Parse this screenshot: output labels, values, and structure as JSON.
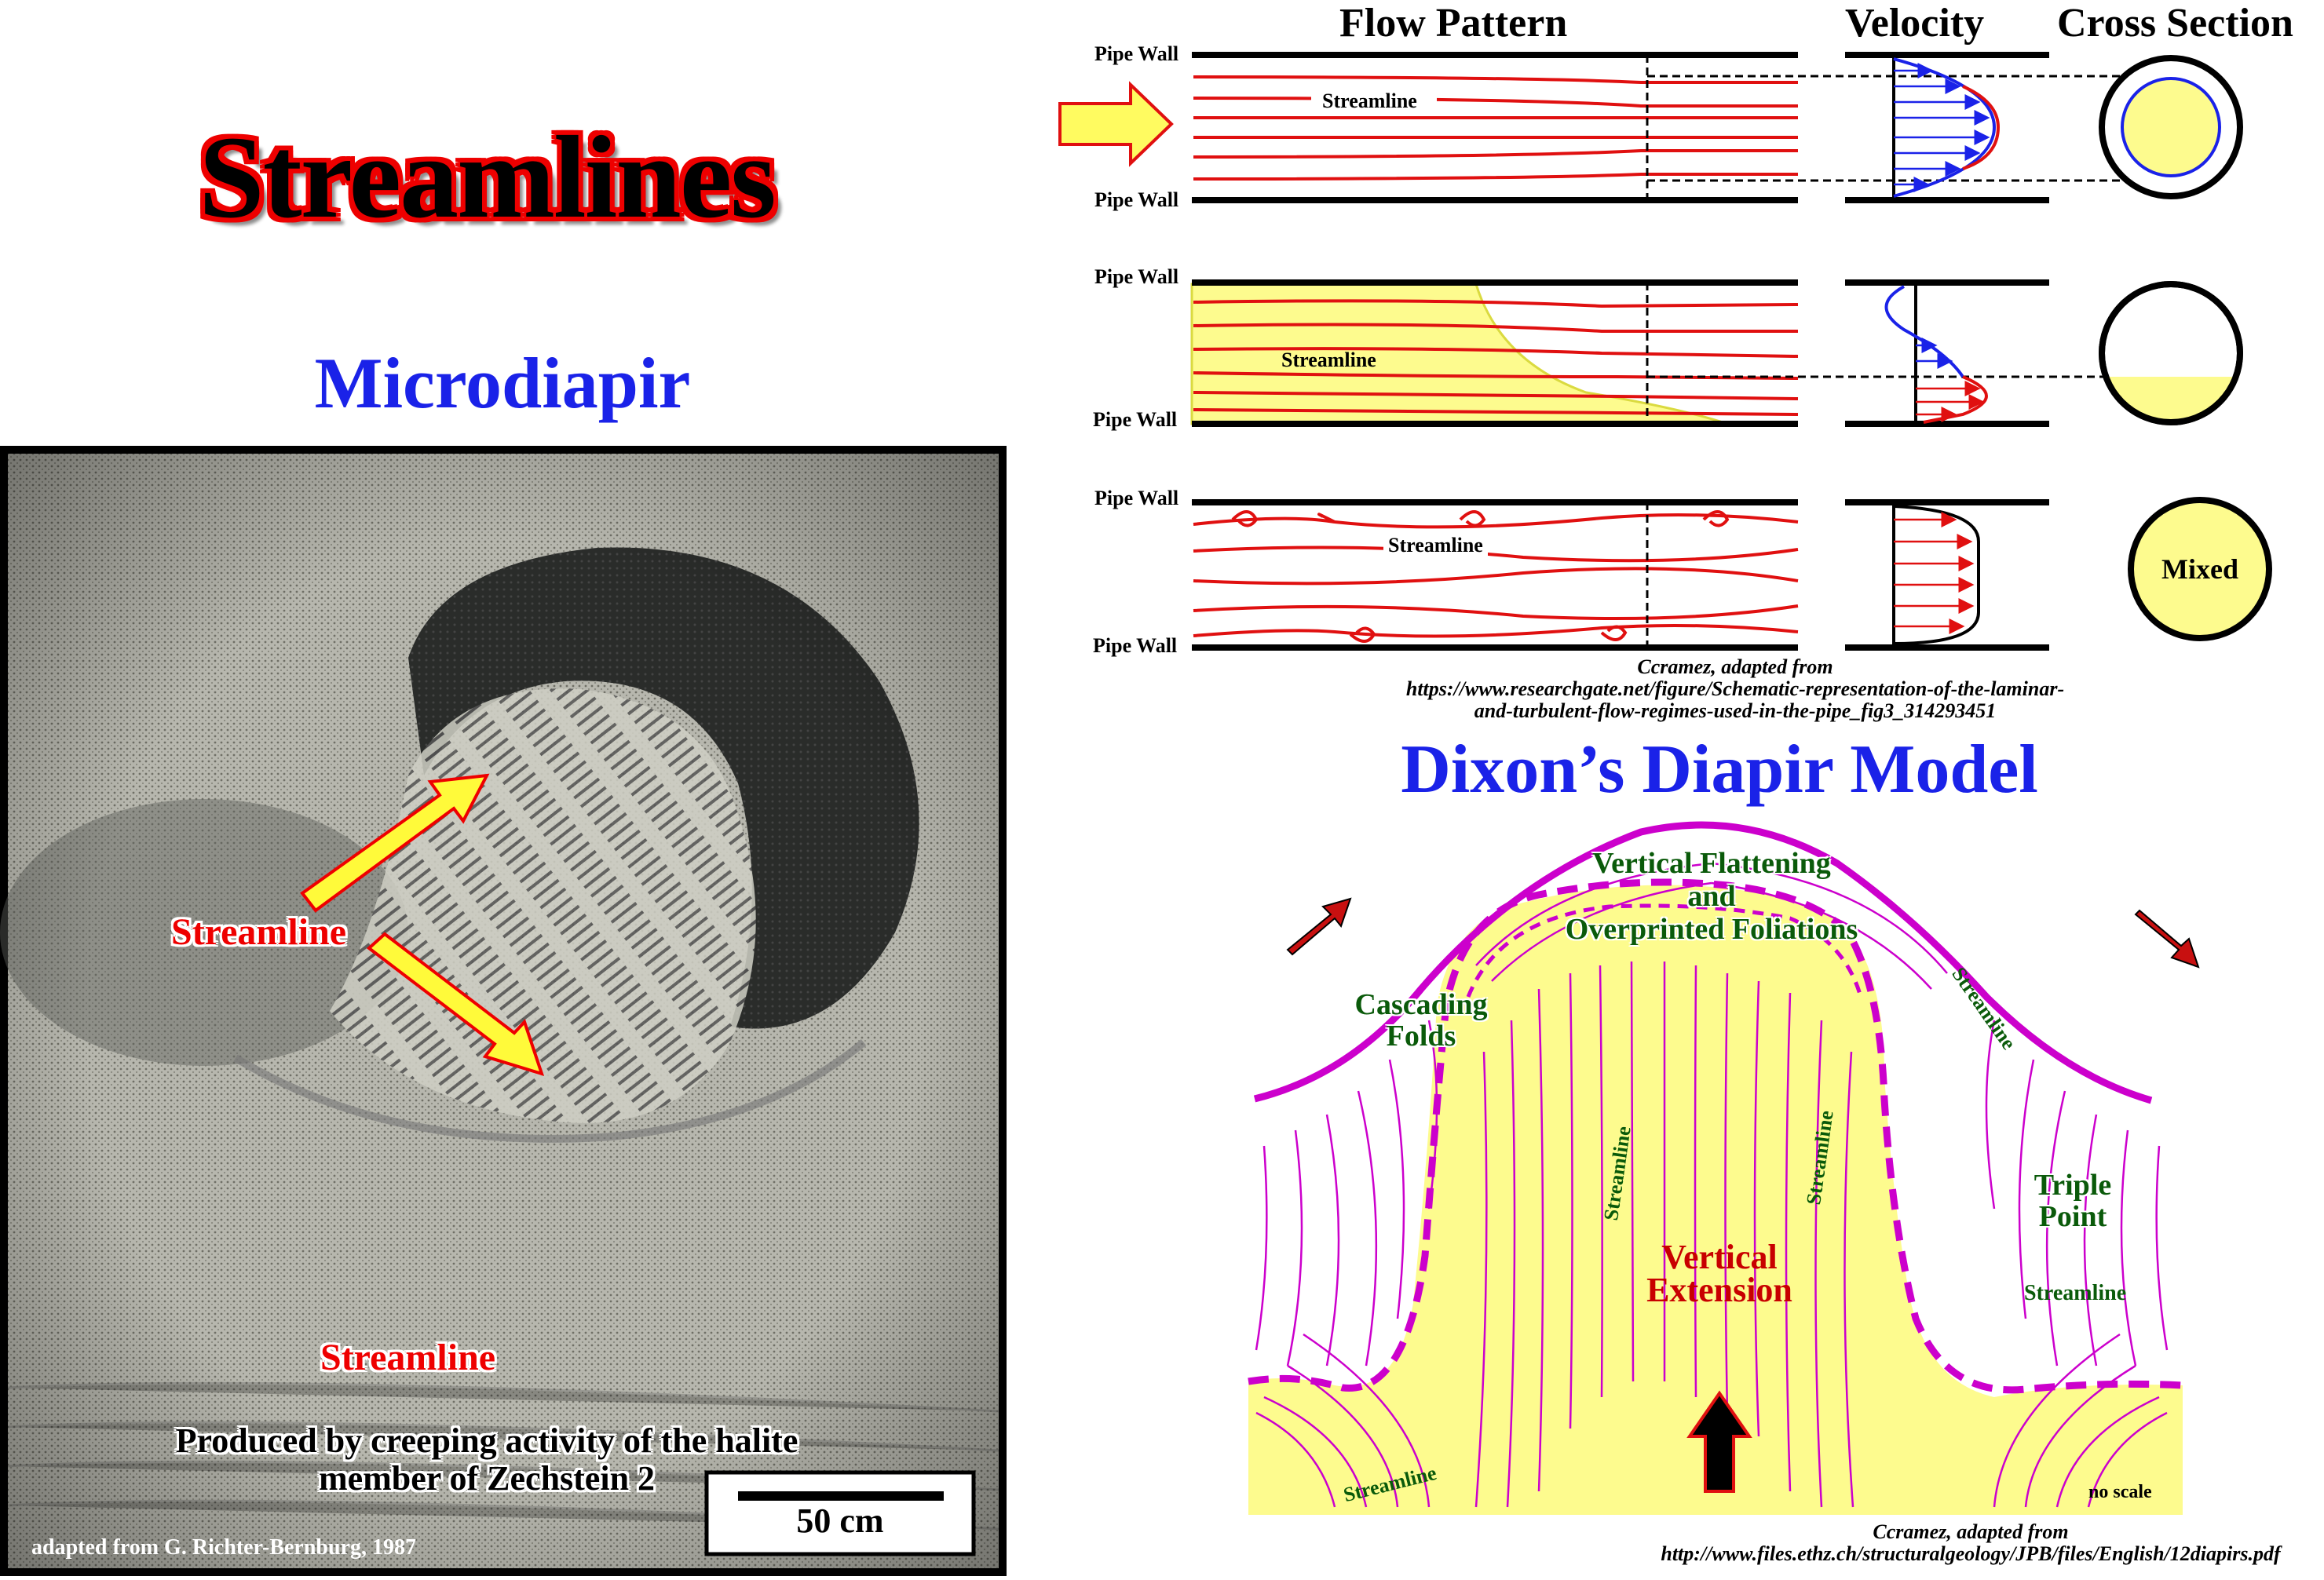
{
  "title": "Streamlines",
  "left": {
    "subtitle": "Microdiapir",
    "streamline_label_1": "Streamline",
    "streamline_label_2": "Streamline",
    "caption_line1": "Produced by creeping activity of the halite",
    "caption_line2": "member of Zechstein 2",
    "scale_label": "50 cm",
    "credit": "adapted from G. Richter-Bernburg, 1987"
  },
  "flow": {
    "header_pattern": "Flow Pattern",
    "header_velocity": "Velocity",
    "header_cross": "Cross Section",
    "pipe_wall": "Pipe Wall",
    "streamline": "Streamline",
    "mixed": "Mixed",
    "credit_line1": "Ccramez, adapted from",
    "credit_line2": "https://www.researchgate.net/figure/Schematic-representation-of-the-laminar-",
    "credit_line3": "and-turbulent-flow-regimes-used-in-the-pipe_fig3_314293451"
  },
  "dixon": {
    "title": "Dixon’s Diapir Model",
    "vf_line1": "Vertical Flattening",
    "vf_line2": "and",
    "vf_line3": "Overprinted Foliations",
    "cascading_line1": "Cascading",
    "cascading_line2": "Folds",
    "triple_line1": "Triple",
    "triple_line2": "Point",
    "vertical_ext_line1": "Vertical",
    "vertical_ext_line2": "Extension",
    "streamline": "Streamline",
    "no_scale": "no scale",
    "credit_line1": "Ccramez, adapted from",
    "credit_line2": "http://www.files.ethz.ch/structuralgeology/JPB/files/English/12diapirs.pdf"
  },
  "colors": {
    "red": "#e01010",
    "blue": "#1a22e8",
    "yellow": "#fdfb8e",
    "magenta": "#cc00cc",
    "green": "#0a5a0a"
  }
}
